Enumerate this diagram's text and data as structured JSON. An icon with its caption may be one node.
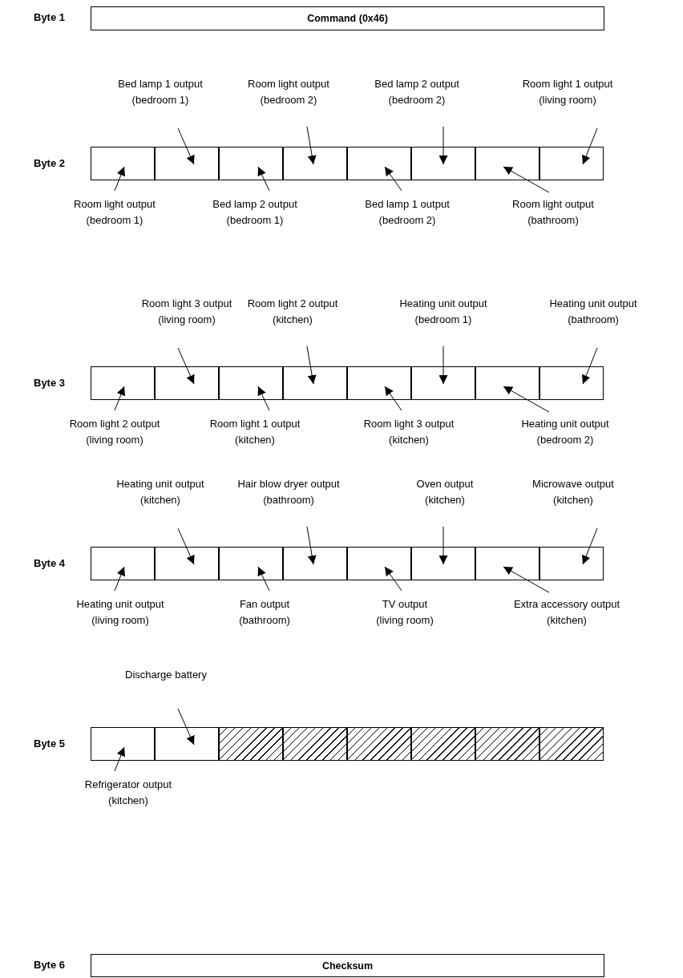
{
  "diagram": {
    "nodes": [
      {
        "text": [
          "Command (0x46)"
        ]
      },
      {
        "text": [
          "Bed lamp 1 output (bedroom 1)"
        ]
      },
      {
        "text": [
          "Room light output (bedroom 2)"
        ]
      },
      {
        "text": [
          "Bed lamp 2 output (bedroom 2)"
        ]
      },
      {
        "text": [
          "Room light 1 output (living room)"
        ]
      },
      {
        "text": [],
        "shape": "box"
      },
      {
        "text": [],
        "shape": "box"
      },
      {
        "text": [],
        "shape": "box"
      },
      {
        "text": [],
        "shape": "box"
      },
      {
        "text": [],
        "shape": "box"
      },
      {
        "text": [],
        "shape": "box"
      },
      {
        "text": [],
        "shape": "box"
      },
      {
        "text": [],
        "shape": "box"
      },
      {
        "text": [
          "Room light output (bedroom 1)"
        ]
      },
      {
        "text": [
          "Bed lamp 2 output (bedroom 1)"
        ]
      },
      {
        "text": [
          "Bed lamp 1 output (bedroom 2)"
        ]
      },
      {
        "text": [
          "Room light output (bathroom)"
        ]
      },
      {
        "text": [
          "Room light 3 output (living room)"
        ]
      },
      {
        "text": [
          "Room light 2 output (kitchen)"
        ]
      },
      {
        "text": [
          "Heating unit output (bedroom 1)"
        ]
      },
      {
        "text": [
          "Heating unit output (bathroom)"
        ]
      },
      {
        "text": [],
        "shape": "box"
      },
      {
        "text": [],
        "shape": "box"
      },
      {
        "text": [],
        "shape": "box"
      },
      {
        "text": [],
        "shape": "box"
      },
      {
        "text": [],
        "shape": "box"
      },
      {
        "text": [],
        "shape": "box"
      },
      {
        "text": [],
        "shape": "box"
      },
      {
        "text": [],
        "shape": "box"
      },
      {
        "text": [
          "Room light 2 output (living room)"
        ]
      },
      {
        "text": [
          "Room light 1 output (kitchen)"
        ]
      },
      {
        "text": [
          "Room light 3 output (kitchen)"
        ]
      },
      {
        "text": [
          "Heating unit output (bedroom 2)"
        ]
      },
      {
        "text": [
          "Heating unit output (kitchen)"
        ]
      },
      {
        "text": [
          "Hair blow dryer output (bathroom)"
        ]
      },
      {
        "text": [
          "Oven output (kitchen)"
        ]
      },
      {
        "text": [
          "Microwave output (kitchen)"
        ]
      },
      {
        "text": [],
        "shape": "box"
      },
      {
        "text": [],
        "shape": "box"
      },
      {
        "text": [],
        "shape": "box"
      },
      {
        "text": [],
        "shape": "box"
      },
      {
        "text": [],
        "shape": "box"
      },
      {
        "text": [],
        "shape": "box"
      },
      {
        "text": [],
        "shape": "box"
      },
      {
        "text": [],
        "shape": "box"
      },
      {
        "text": [
          "Heating unit output (living room)"
        ]
      },
      {
        "text": [
          "Fan output (bathroom)"
        ]
      },
      {
        "text": [
          "TV output (living room)"
        ]
      },
      {
        "text": [
          "Extra accessory output (kitchen)"
        ]
      },
      {
        "text": [
          "Discharge battery"
        ]
      },
      {
        "text": [],
        "shape": "box"
      },
      {
        "text": [],
        "shape": "box"
      },
      {
        "text": [],
        "shape": "hatched"
      },
      {
        "text": [],
        "shape": "hatched"
      },
      {
        "text": [],
        "shape": "hatched"
      },
      {
        "text": [],
        "shape": "hatched"
      },
      {
        "text": [],
        "shape": "hatched"
      },
      {
        "text": [],
        "shape": "hatched"
      },
      {
        "text": [
          "Refrigerator output (kitchen)"
        ]
      },
      {
        "text": [
          "Checksum"
        ]
      }
    ],
    "edges": [
      {
        "from": 1,
        "to": 6,
        "arrow": "to"
      },
      {
        "from": 2,
        "to": 8,
        "arrow": "to"
      },
      {
        "from": 3,
        "to": 10,
        "arrow": "to"
      },
      {
        "from": 4,
        "to": 12,
        "arrow": "to"
      },
      {
        "from": 13,
        "to": 5,
        "arrow": "to"
      },
      {
        "from": 14,
        "to": 7,
        "arrow": "to"
      },
      {
        "from": 15,
        "to": 9,
        "arrow": "to"
      },
      {
        "from": 16,
        "to": 11,
        "arrow": "to"
      },
      {
        "from": 17,
        "to": 22,
        "arrow": "to"
      },
      {
        "from": 18,
        "to": 24,
        "arrow": "to"
      },
      {
        "from": 19,
        "to": 26,
        "arrow": "to"
      },
      {
        "from": 20,
        "to": 28,
        "arrow": "to"
      },
      {
        "from": 29,
        "to": 21,
        "arrow": "to"
      },
      {
        "from": 30,
        "to": 23,
        "arrow": "to"
      },
      {
        "from": 31,
        "to": 25,
        "arrow": "to"
      },
      {
        "from": 32,
        "to": 27,
        "arrow": "to"
      },
      {
        "from": 33,
        "to": 38,
        "arrow": "to"
      },
      {
        "from": 34,
        "to": 40,
        "arrow": "to"
      },
      {
        "from": 35,
        "to": 42,
        "arrow": "to"
      },
      {
        "from": 36,
        "to": 44,
        "arrow": "to"
      },
      {
        "from": 45,
        "to": 37,
        "arrow": "to"
      },
      {
        "from": 46,
        "to": 39,
        "arrow": "to"
      },
      {
        "from": 47,
        "to": 41,
        "arrow": "to"
      },
      {
        "from": 48,
        "to": 43,
        "arrow": "to"
      },
      {
        "from": 49,
        "to": 51,
        "arrow": "to"
      },
      {
        "from": 58,
        "to": 50,
        "arrow": "to"
      }
    ],
    "labels": [
      "Byte 1",
      "Byte 2",
      "Byte 3",
      "Byte 4",
      "Byte 5",
      "Byte 6"
    ]
  }
}
